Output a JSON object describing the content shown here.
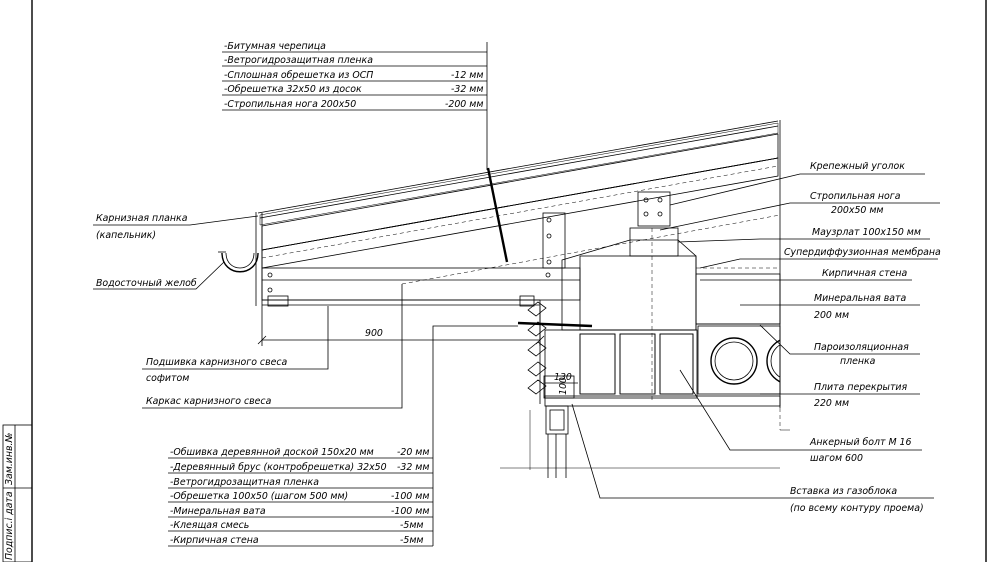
{
  "roof_callout": [
    {
      "name": "-Битумная черепица",
      "value": ""
    },
    {
      "name": "-Ветрогидрозащитная пленка",
      "value": ""
    },
    {
      "name": "-Сплошная обрешетка из ОСП",
      "value": "-12 мм"
    },
    {
      "name": "-Обрешетка 32х50 из досок",
      "value": "-32 мм"
    },
    {
      "name": "-Стропильная нога 200х50",
      "value": "-200 мм"
    }
  ],
  "wall_callout": [
    {
      "name": "-Обшивка деревянной доской 150х20 мм",
      "value": "-20 мм"
    },
    {
      "name": "-Деревянный брус (контробрешетка) 32х50",
      "value": "-32 мм"
    },
    {
      "name": "-Ветрогидрозащитная пленка",
      "value": ""
    },
    {
      "name": "-Обрешетка 100х50 (шагом 500 мм)",
      "value": "-100 мм"
    },
    {
      "name": "-Минеральная вата",
      "value": "-100 мм"
    },
    {
      "name": "-Клеящая смесь",
      "value": "-5мм"
    },
    {
      "name": "-Кирпичная стена",
      "value": "-5мм"
    }
  ],
  "left_labels": {
    "eaves_plank_1": "Карнизная планка",
    "eaves_plank_2": "(капельник)",
    "gutter": "Водосточный желоб",
    "soffit_1": "Подшивка карнизного свеса",
    "soffit_2": "софитом",
    "eaves_frame": "Каркас карнизного свеса"
  },
  "right_labels": {
    "bracket": "Крепежный уголок",
    "rafter_1": "Стропильная нога",
    "rafter_2": "200х50 мм",
    "mauerlat": "Маузрлат 100х150 мм",
    "membrane": "Супердиффузионная мембрана",
    "brick_wall": "Кирпичная стена",
    "wool_1": "Минеральная вата",
    "wool_2": "200 мм",
    "vapor_1": "Пароизоляционная",
    "vapor_2": "пленка",
    "slab_1": "Плита перекрытия",
    "slab_2": "220 мм",
    "anchor_1": "Анкерный болт М 16",
    "anchor_2": "шагом 600",
    "insert_1": "Вставка из газоблока",
    "insert_2": "(по всему контуру проема)"
  },
  "dimensions": {
    "overhang": "900",
    "d130": "130",
    "d100": "100"
  },
  "title_block": {
    "inv_no": "Зам.инв.№",
    "signature_date": "Подпис.і дата"
  }
}
